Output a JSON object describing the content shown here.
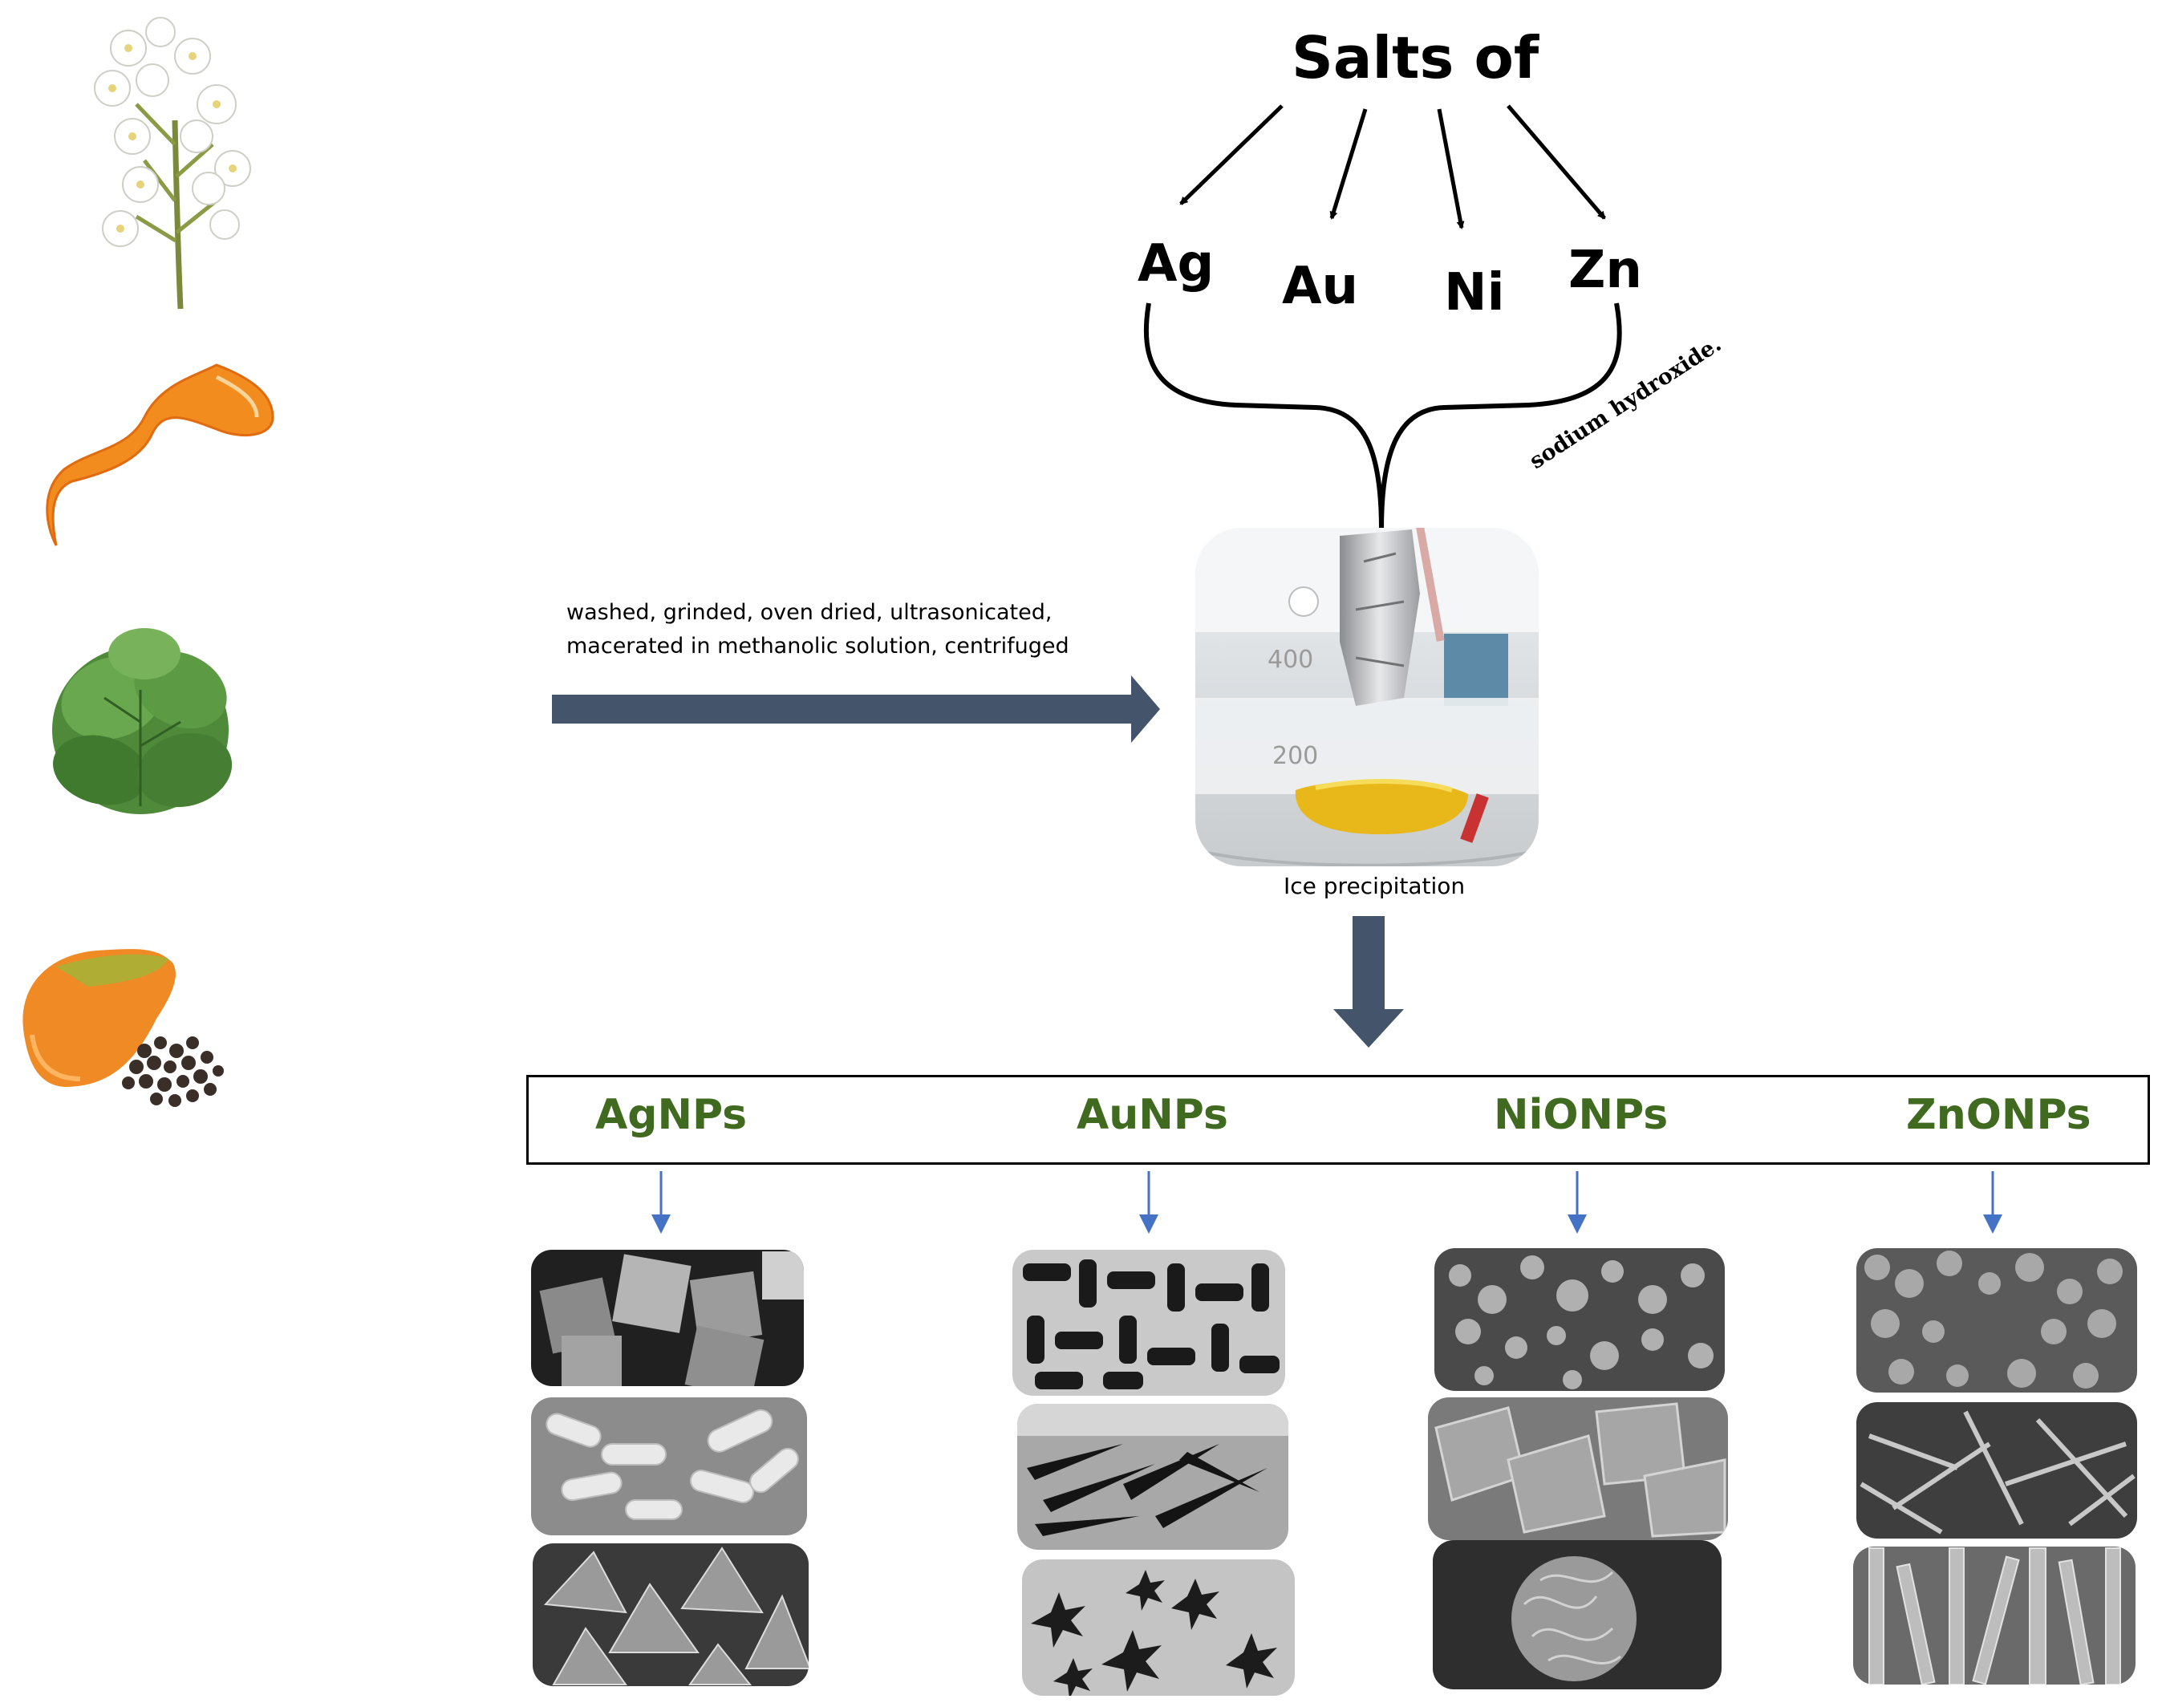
{
  "salts": {
    "title": "Salts of",
    "metals": [
      "Ag",
      "Au",
      "Ni",
      "Zn"
    ]
  },
  "process": {
    "line1": "washed, grinded, oven dried,   ultrasonicated,",
    "line2": "macerated in  methanolic solution, centrifuged"
  },
  "reagent": "sodium hydroxide.",
  "step": "Ice precipitation",
  "beaker_marks": [
    "400",
    "200"
  ],
  "nanoparticles": [
    "AgNPs",
    "AuNPs",
    "NiONPs",
    "ZnONPs"
  ],
  "plant_sources": [
    "flower-icon",
    "orange-peel-icon",
    "leaf-icon",
    "papaya-seeds-icon"
  ],
  "micrograph_shapes": {
    "AgNPs": [
      "cubes",
      "rods",
      "pyramids"
    ],
    "AuNPs": [
      "rods",
      "needles",
      "stars"
    ],
    "NiONPs": [
      "clusters",
      "sheets",
      "flower"
    ],
    "ZnONPs": [
      "aggregates",
      "nanosheets",
      "nanorods"
    ]
  },
  "colors": {
    "arrow": "#44546a",
    "np_label": "#3f6a1f",
    "small_arrow": "#4472c4",
    "solution": "#e8b81a"
  }
}
